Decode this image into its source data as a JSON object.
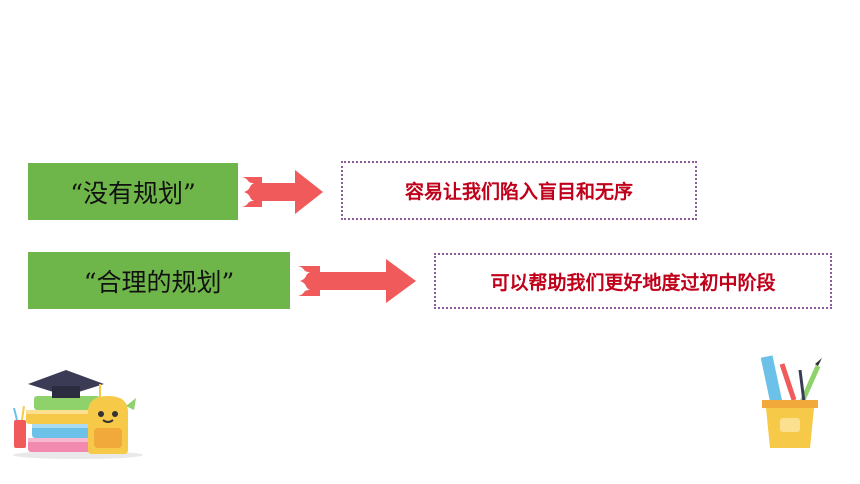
{
  "rows": [
    {
      "label": "“没有规划”",
      "result": "容易让我们陷入盲目和无序"
    },
    {
      "label": "“合理的规划”",
      "result": "可以帮助我们更好地度过初中阶段"
    }
  ],
  "colors": {
    "label_bg": "#6fb64a",
    "arrow": "#f05a5a",
    "result_text": "#c0001a",
    "result_border": "#8e5a9e"
  },
  "icons": [
    "flame-arrow-icon",
    "books-graduation-cap-icon",
    "backpack-icon",
    "pencil-cup-icon"
  ]
}
